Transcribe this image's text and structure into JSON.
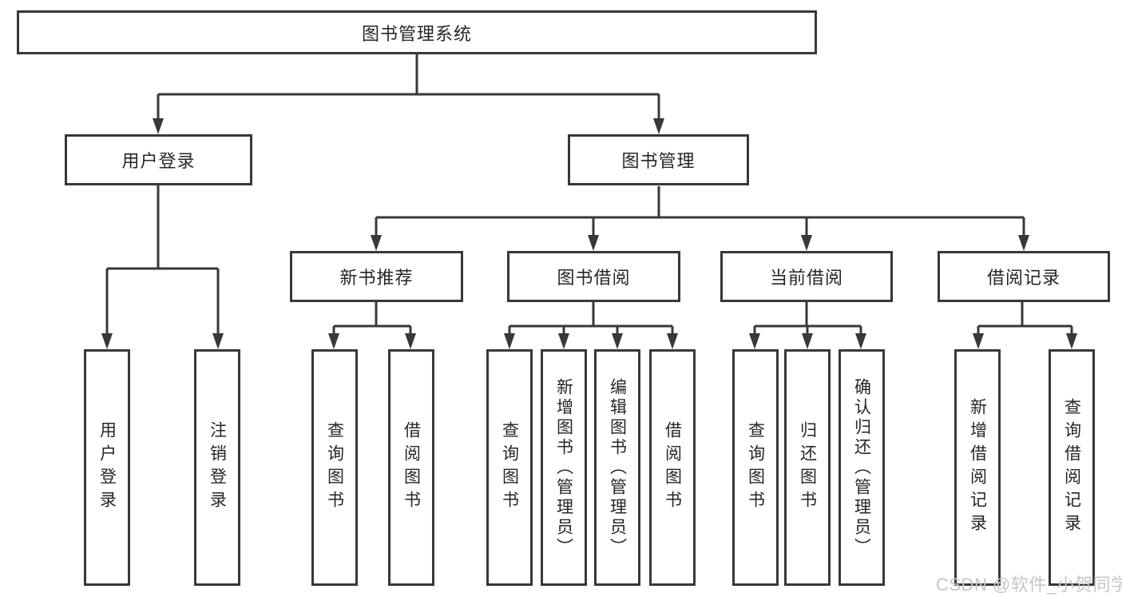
{
  "diagram_title": "图书管理系统",
  "nodes": {
    "root": {
      "label": "图书管理系统"
    },
    "level2": [
      {
        "id": "user-login",
        "label": "用户登录",
        "parent": "root"
      },
      {
        "id": "book-management",
        "label": "图书管理",
        "parent": "root"
      }
    ],
    "level3": [
      {
        "id": "new-book-recommend",
        "label": "新书推荐",
        "parent": "book-management"
      },
      {
        "id": "book-borrowing",
        "label": "图书借阅",
        "parent": "book-management"
      },
      {
        "id": "current-borrowing",
        "label": "当前借阅",
        "parent": "book-management"
      },
      {
        "id": "borrowing-records",
        "label": "借阅记录",
        "parent": "book-management"
      }
    ],
    "leaves": [
      {
        "id": "user-login-leaf",
        "label": "用户登录",
        "parent": "user-login"
      },
      {
        "id": "logout",
        "label": "注销登录",
        "parent": "user-login"
      },
      {
        "id": "query-books-recommend",
        "label": "查询图书",
        "parent": "new-book-recommend"
      },
      {
        "id": "borrow-books-recommend",
        "label": "借阅图书",
        "parent": "new-book-recommend"
      },
      {
        "id": "query-books-borrowing",
        "label": "查询图书",
        "parent": "book-borrowing"
      },
      {
        "id": "add-books-admin",
        "label": "新增图书（管理员）",
        "parent": "book-borrowing"
      },
      {
        "id": "edit-books-admin",
        "label": "编辑图书（管理员）",
        "parent": "book-borrowing"
      },
      {
        "id": "borrow-books-borrowing",
        "label": "借阅图书",
        "parent": "book-borrowing"
      },
      {
        "id": "query-books-current",
        "label": "查询图书",
        "parent": "current-borrowing"
      },
      {
        "id": "return-books",
        "label": "归还图书",
        "parent": "current-borrowing"
      },
      {
        "id": "confirm-return-admin",
        "label": "确认归还（管理员）",
        "parent": "current-borrowing"
      },
      {
        "id": "add-borrow-record",
        "label": "新增借阅记录",
        "parent": "borrowing-records"
      },
      {
        "id": "query-borrow-record",
        "label": "查询借阅记录",
        "parent": "borrowing-records"
      }
    ]
  },
  "watermark": {
    "text": "CSDN @软件_小贺同学"
  },
  "colors": {
    "line": "#383838",
    "border": "#383838",
    "text": "#262626",
    "background": "#ffffff",
    "watermark": "#c6c6c6"
  }
}
